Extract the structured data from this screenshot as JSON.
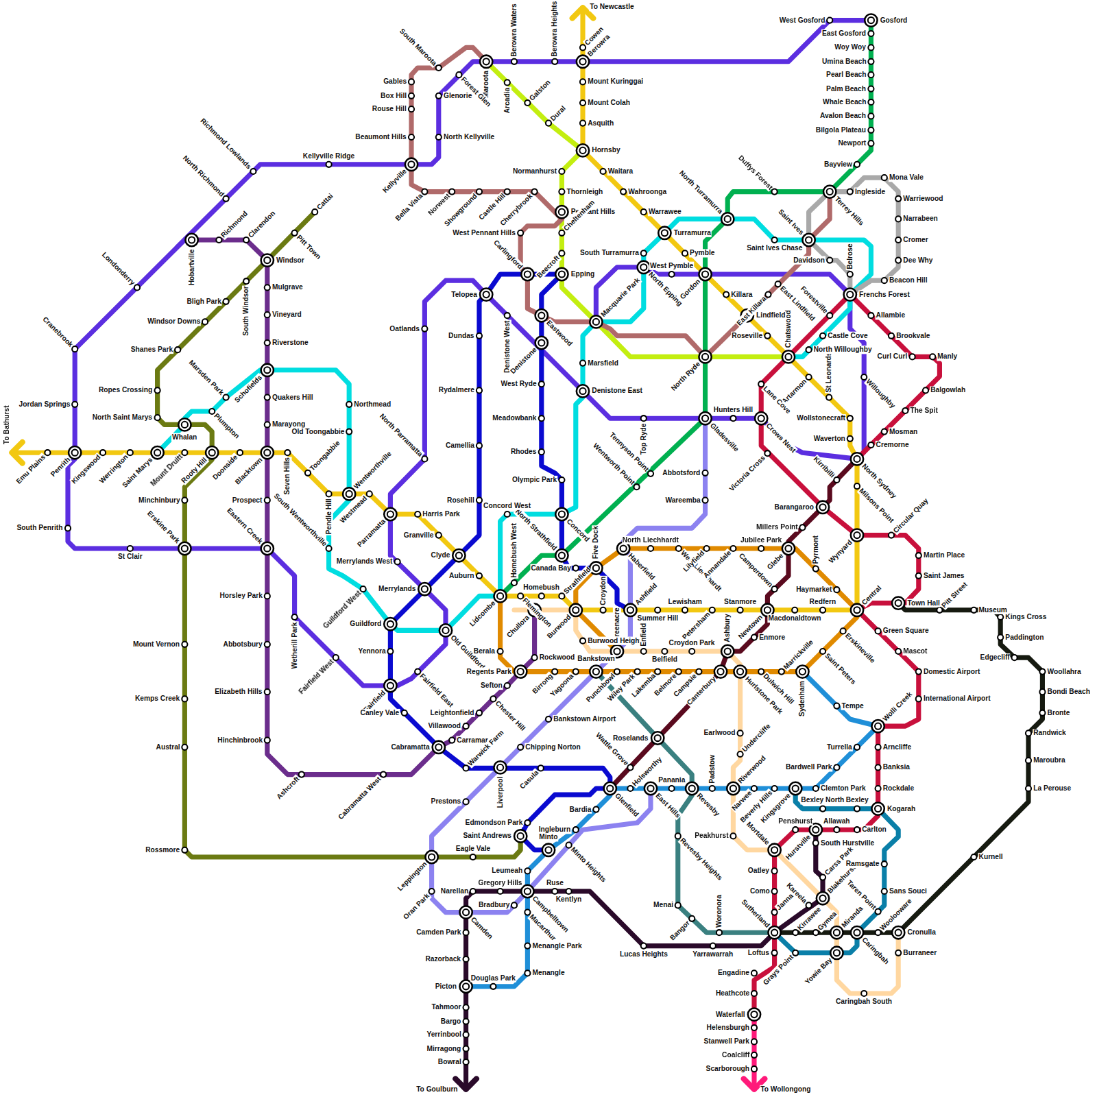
{
  "diagram": {
    "labels": [
      "To Bathurst",
      "Emu Plains",
      "Penrith",
      "Kingswood",
      "Werrington",
      "Saint Marys",
      "Mount Druitt",
      "Rooty Hill",
      "Doonside",
      "Blacktown",
      "Seven Hills",
      "Toongabbie",
      "Pendle Hill",
      "Wentworthville",
      "Westmead",
      "Parramatta",
      "Harris Park",
      "Granville",
      "Clyde",
      "Auburn",
      "Lidcombe",
      "Flemington",
      "Homebush",
      "Strathfield",
      "Burwood",
      "Croydon",
      "Ashfield",
      "Summer Hill",
      "Lewisham",
      "Petersham",
      "Stanmore",
      "Newtown",
      "Macdonaldtown",
      "Redfern",
      "Central",
      "Wynyard",
      "Milsons Point",
      "North Sydney",
      "Waverton",
      "Wollstonecraft",
      "St Leonards",
      "Artarmon",
      "Chatswood",
      "Roseville",
      "Lindfield",
      "Killara",
      "Gordon",
      "Pymble",
      "Turramurra",
      "Warrawee",
      "Wahroonga",
      "Waitara",
      "Hornsby",
      "Asquith",
      "Mount Colah",
      "Mount Kuringgai",
      "Berowra",
      "Cowen",
      "To Newcastle",
      "Gosford",
      "West Gosford",
      "East Gosford",
      "Woy Woy",
      "Umina Beach",
      "Pearl Beach",
      "Palm Beach",
      "Whale Beach",
      "Avalon Beach",
      "Bilgola Plateau",
      "Newport",
      "Bayview",
      "Terrey Hills",
      "Duffys Forest",
      "North Turramurra",
      "North Ryde",
      "Gladesville",
      "Tennyson Point",
      "Wentworth Point",
      "North Strathfield",
      "Homebush West",
      "Berowra Heights",
      "Berowra Waters",
      "Maroota",
      "Forest Glen",
      "Glenorie",
      "North Kellyville",
      "Kellyville",
      "Kellyville Ridge",
      "Richmond Lowlands",
      "North Richmond",
      "Hobartville",
      "Londonderry",
      "Cranebrook",
      "Jordan Springs",
      "South Penrith",
      "St Clair",
      "Erskine Park",
      "Eastern Creek",
      "Wetherill Park",
      "Fairfield West",
      "Fairfield",
      "Fairfield East",
      "Old Guildford",
      "Merrylands",
      "Merrylands West",
      "North Parramatta",
      "Oatlands",
      "Telopea",
      "Denistone West",
      "Denistone East",
      "Top Ryde",
      "Hunters Hill",
      "Crows Nest",
      "Willoughby",
      "North Epping",
      "West Pymble",
      "Macquarie Park",
      "Richmond",
      "Clarendon",
      "Windsor",
      "Mulgrave",
      "Vineyard",
      "Riverstone",
      "Schofields",
      "Quakers Hill",
      "Marayong",
      "Prospect",
      "Horsley Park",
      "Abbotsbury",
      "Elizabeth Hills",
      "Hinchinbrook",
      "Ashcroft",
      "Cabramatta West",
      "Cabramatta",
      "Carramar",
      "Villawood",
      "Leightonfield",
      "Chester Hill",
      "Sefton",
      "Regents Park",
      "Rockwood",
      "Chullora",
      "Carlingford",
      "Epping",
      "Eastwood",
      "Denistone",
      "West Ryde",
      "Meadowbank",
      "Rhodes",
      "Olympic Park",
      "Concord",
      "Canada Bay",
      "Five Dock",
      "Dundas",
      "Rydalmere",
      "Camellia",
      "Rosehill",
      "Guildford",
      "Yennora",
      "Canley Vale",
      "Warwick Farm",
      "Casula",
      "Glenfield",
      "Edmondson Park",
      "Saint Andrews",
      "Saint Ives Chase",
      "Saint Ives",
      "South Turramurra",
      "Marsfield",
      "Concord West",
      "Guildford West",
      "South Wentworthville",
      "Old Toongabbie",
      "Northmead",
      "Marsden Park",
      "Plumpton",
      "Whalan",
      "Castle Cove",
      "North Willoughby",
      "Arcadia",
      "Galston",
      "Dural",
      "Normanhurst",
      "Thornleigh",
      "Pennant Hills",
      "Cheltenham",
      "Beecroft",
      "Gables",
      "Box Hill",
      "Rouse Hill",
      "Beaumont Hills",
      "South Maroota",
      "Bella Vista",
      "Norwest",
      "Showground",
      "Castle Hill",
      "Cherrybrook",
      "West Pennant Hills",
      "East Killara",
      "East Lindfield",
      "Davidson",
      "Belrose",
      "Ingleside",
      "Mona Vale",
      "Warriewood",
      "Narrabeen",
      "Cromer",
      "Dee Why",
      "Beacon Hill",
      "Frenchs Forest",
      "Forestville",
      "Allambie",
      "Brookvale",
      "Curl Curl",
      "Manly",
      "Balgowlah",
      "The Spit",
      "Mosman",
      "Cremorne",
      "Lane Cove",
      "Victoria Cross",
      "Kirribilli",
      "Barangaroo",
      "Millers Point",
      "Glebe",
      "Pyrmont",
      "Haymarket",
      "Camperdown",
      "Enmore",
      "Ashbury",
      "Canterbury",
      "Circular Quay",
      "Martin Place",
      "Saint James",
      "Town Hall",
      "Green Square",
      "Mascot",
      "Domestic Airport",
      "International Airport",
      "Wolli Creek",
      "Arncliffe",
      "Banksia",
      "Rockdale",
      "Kogarah",
      "Carlton",
      "Allawah",
      "Hurstville",
      "Penshurst",
      "Mortdale",
      "Oatley",
      "Como",
      "Jannali",
      "Sutherland",
      "Loftus",
      "Engadine",
      "Heathcote",
      "Waterfall",
      "Helensburgh",
      "Stanwell Park",
      "Coalcliff",
      "Scarborough",
      "To Wollongong",
      "Haberfield",
      "North Liechhardt",
      "West Liechhardt",
      "Lilyfield",
      "Annandale",
      "Jubilee Park",
      "Erskineville",
      "Saint Peters",
      "Sydenham",
      "Marrickville",
      "Dulwich Hill",
      "Hurlstone Park",
      "Campsie",
      "Belmore",
      "Lakemba",
      "Wiley Park",
      "Punchbowl",
      "Bankstown",
      "Yagoona",
      "Birrong",
      "Berala",
      "Greenacre",
      "Burwood Heights",
      "Enfield",
      "Belfield",
      "Croydon Park",
      "Earlwood",
      "Undercliffe",
      "Riverwood",
      "Peakhurst",
      "Blakehurst",
      "Miranda",
      "Gymea",
      "Kirrawee",
      "Kareela",
      "Carss Park",
      "South Hurstville",
      "Yowie Bay",
      "Caringbah South",
      "Burraneer",
      "Cronulla",
      "Caringbah",
      "Woolooware",
      "Taren Point",
      "Sans Souci",
      "Ramsgate",
      "Bexley North",
      "Bexley",
      "Grays Point",
      "Roselands",
      "Revesby",
      "Revesby Heights",
      "Menai",
      "Bangor",
      "Woronora",
      "Panania",
      "East Hills",
      "Holsworthy",
      "Padstow",
      "Narwee",
      "Beverly Hills",
      "Kingsgrove",
      "Clemton Park",
      "Bardwell Park",
      "Turrella",
      "Tempe",
      "Wattle Grove",
      "Bardia",
      "Ingleburn",
      "Minto",
      "Leumeah",
      "Campbelltown",
      "Macarthur",
      "Menangle Park",
      "Menangle",
      "Douglas Park",
      "Picton",
      "Abbotsford",
      "Wareemba",
      "Bankstown Airport",
      "Chipping Norton",
      "Liverpool",
      "Prestons",
      "Leppington",
      "Oran Park",
      "Camden",
      "Bradbury",
      "Minto Heights",
      "Cattai",
      "Pitt Town",
      "South Windsor",
      "Bligh Park",
      "Windsor Downs",
      "Shanes Park",
      "Ropes Crossing",
      "North Saint Marys",
      "Minchinbury",
      "Mount Vernon",
      "Kemps Creek",
      "Austral",
      "Rossmore",
      "Eagle Vale",
      "Narellan",
      "Gregory Hills",
      "Ruse",
      "Kentlyn",
      "Lucas Heights",
      "Yarrawarrah",
      "Camden Park",
      "Razorback",
      "Tahmoor",
      "Bargo",
      "Yerrinbool",
      "Mirragong",
      "Bowral",
      "To Goulburn",
      "Kurnell",
      "La Perouse",
      "Maroubra",
      "Randwick",
      "Bronte",
      "Bondi Beach",
      "Woollahra",
      "Edgecliff",
      "Paddington",
      "Kings Cross",
      "Museum",
      "Pitt Street"
    ]
  }
}
